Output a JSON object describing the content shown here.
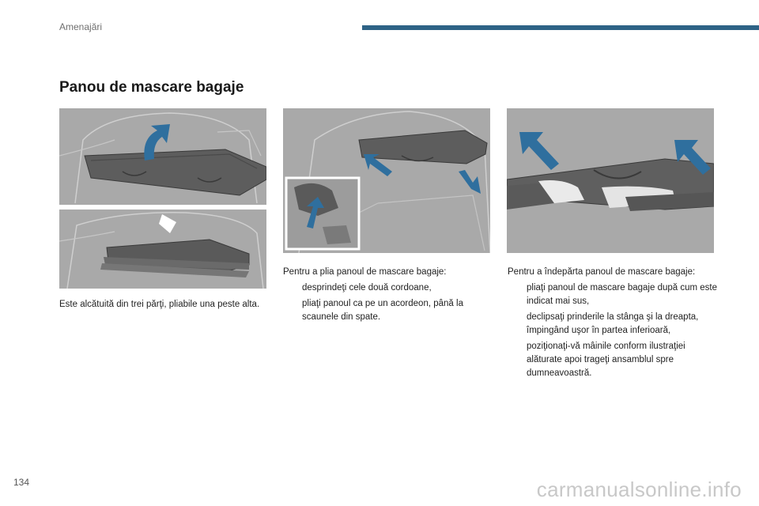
{
  "header": {
    "section": "Amenajări",
    "accent_color": "#2e6386"
  },
  "title": "Panou de mascare bagaje",
  "illustrations": [
    {
      "name": "cover-in-place",
      "icon": "up-arrow-icon"
    },
    {
      "name": "cover-stacked",
      "icon": "down-arrow-icon"
    },
    {
      "name": "folding-cords",
      "icon": "arrow-icon"
    },
    {
      "name": "removal",
      "icon": "arrow-icon"
    }
  ],
  "captions": {
    "left": {
      "text": "Este alcătuită din trei părţi, pliabile una peste alta."
    },
    "middle": {
      "intro": "Pentru a plia panoul de mascare bagaje:",
      "items": [
        "desprindeţi cele două cordoane,",
        "pliaţi panoul ca pe un acordeon, până la scaunele din spate."
      ]
    },
    "right": {
      "intro": "Pentru a îndepărta panoul de mascare bagaje:",
      "items": [
        "pliaţi panoul de mascare bagaje după cum este indicat mai sus,",
        "declipsaţi prinderile la stânga şi la dreapta, împingând uşor în partea inferioară,",
        "poziţionaţi-vă mâinile conform ilustraţiei alăturate apoi trageţi ansamblul spre dumneavoastră."
      ]
    }
  },
  "bullet_glyph": "",
  "page_number": "134",
  "watermark": "carmanualsonline.info"
}
